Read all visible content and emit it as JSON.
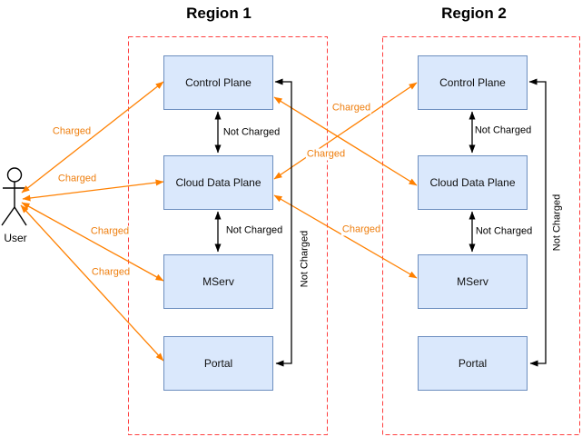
{
  "diagram": {
    "type": "architecture-charging-diagram",
    "user": {
      "label": "User"
    },
    "regions": [
      {
        "title": "Region 1",
        "boxes": [
          "Control Plane",
          "Cloud Data Plane",
          "MServ",
          "Portal"
        ]
      },
      {
        "title": "Region 2",
        "boxes": [
          "Control Plane",
          "Cloud Data Plane",
          "MServ",
          "Portal"
        ]
      }
    ],
    "edges": [
      {
        "from": "User",
        "to": "Region 1 / Control Plane",
        "label": "Charged",
        "color": "orange",
        "bidirectional": true
      },
      {
        "from": "User",
        "to": "Region 1 / Cloud Data Plane",
        "label": "Charged",
        "color": "orange",
        "bidirectional": true
      },
      {
        "from": "User",
        "to": "Region 1 / MServ",
        "label": "Charged",
        "color": "orange",
        "bidirectional": true
      },
      {
        "from": "User",
        "to": "Region 1 / Portal",
        "label": "Charged",
        "color": "orange",
        "bidirectional": true
      },
      {
        "from": "Region 1 / Cloud Data Plane",
        "to": "Region 2 / Control Plane",
        "label": "Charged",
        "color": "orange",
        "bidirectional": true
      },
      {
        "from": "Region 1 / Control Plane",
        "to": "Region 2 / Cloud Data Plane",
        "label": "Charged",
        "color": "orange",
        "bidirectional": true
      },
      {
        "from": "Region 1 / Cloud Data Plane",
        "to": "Region 2 / MServ",
        "label": "Charged",
        "color": "orange",
        "bidirectional": true
      },
      {
        "from": "Region 1 / Control Plane",
        "to": "Region 1 / Cloud Data Plane",
        "label": "Not Charged",
        "color": "black",
        "bidirectional": true
      },
      {
        "from": "Region 1 / Cloud Data Plane",
        "to": "Region 1 / MServ",
        "label": "Not Charged",
        "color": "black",
        "bidirectional": true
      },
      {
        "from": "Region 1 / Portal",
        "to": "Region 1 / Control Plane",
        "label": "Not Charged",
        "color": "black",
        "bidirectional": true
      },
      {
        "from": "Region 2 / Control Plane",
        "to": "Region 2 / Cloud Data Plane",
        "label": "Not Charged",
        "color": "black",
        "bidirectional": true
      },
      {
        "from": "Region 2 / Cloud Data Plane",
        "to": "Region 2 / MServ",
        "label": "Not Charged",
        "color": "black",
        "bidirectional": true
      },
      {
        "from": "Region 2 / Portal",
        "to": "Region 2 / Control Plane",
        "label": "Not Charged",
        "color": "black",
        "bidirectional": true
      }
    ],
    "colors": {
      "charged_line": "#ff8000",
      "charged_text": "#ee7d0c",
      "not_charged": "#000000",
      "box_fill": "#dae8fc",
      "box_border": "#6c8ebf",
      "region_frame": "#ff3e3e"
    }
  }
}
